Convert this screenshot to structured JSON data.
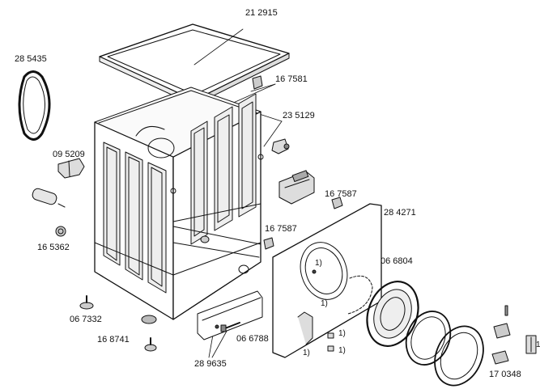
{
  "colors": {
    "ink": "#111111",
    "paper": "#ffffff",
    "shade": "#d8d8d8"
  },
  "part_numbers": [
    {
      "id": "p1",
      "text": "21 2915"
    },
    {
      "id": "p2",
      "text": "28 5435"
    },
    {
      "id": "p3",
      "text": "16 7581"
    },
    {
      "id": "p4",
      "text": "23 5129"
    },
    {
      "id": "p5",
      "text": "09 5209"
    },
    {
      "id": "p6",
      "text": "16 7587"
    },
    {
      "id": "p7",
      "text": "28 4271"
    },
    {
      "id": "p8",
      "text": "16 5362"
    },
    {
      "id": "p9",
      "text": "16 7587"
    },
    {
      "id": "p10",
      "text": "06 6804"
    },
    {
      "id": "p11",
      "text": "06 7332"
    },
    {
      "id": "p12",
      "text": "16 8741"
    },
    {
      "id": "p13",
      "text": "06 6788"
    },
    {
      "id": "p14",
      "text": "28 9635"
    },
    {
      "id": "p15",
      "text": "17 0348"
    }
  ],
  "footnote_marker": "1)",
  "edge_marker": "1"
}
